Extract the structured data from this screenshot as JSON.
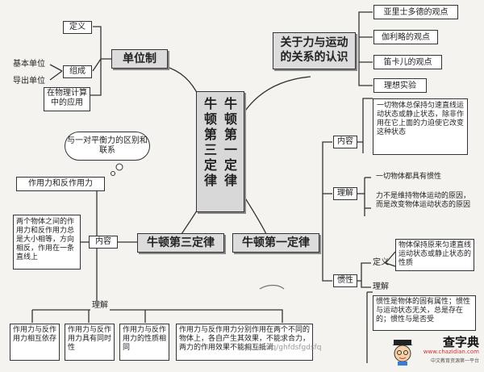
{
  "center_title": {
    "col_right": "牛顿第一定律",
    "col_left": "牛顿第三定律"
  },
  "hubs": {
    "unit_system": "单位制",
    "relation_title_line1": "关于力与运动",
    "relation_title_line2": "的关系的认识",
    "third_law": "牛顿第三定律",
    "first_law": "牛顿第一定律"
  },
  "unit_system": {
    "definition": "定义",
    "composition": "组成",
    "base_unit": "基本单位",
    "derived_unit": "导出单位",
    "application_line1": "在物理计算",
    "application_line2": "中的应用"
  },
  "relation_views": {
    "aristotle": "亚里士多德的观点",
    "galileo": "伽利略的观点",
    "descartes": "笛卡儿的观点",
    "ideal_experiment": "理想实验"
  },
  "first_law": {
    "content_label": "内容",
    "content_text": "一切物体总保持匀速直线运动状态或静止状态，除非作用在它上面的力迫使它改变这种状态",
    "understanding_label": "理解",
    "understanding_1": "一切物体都具有惯性",
    "understanding_2": "力不是维持物体运动的原因，而是改变物体运动状态的原因",
    "inertia_label": "惯性",
    "inertia_definition_label": "定义",
    "inertia_definition_text": "物体保持原来匀速直线运动状态或静止状态的性质",
    "inertia_understanding_label": "理解",
    "inertia_understanding_text": "惯性是物体的固有属性；惯性与运动状态无关，总是存在的；惯性与是否受"
  },
  "third_law": {
    "thought_bubble": "与一对平衡力的区别和联系",
    "action_reaction": "作用力和反作用力",
    "content_label": "内容",
    "content_text": "两个物体之间的作用力和反作用力总是大小相等，方向相反，作用在一条直线上",
    "understanding_label": "理解",
    "points": [
      "作用力与反作用力相互依存",
      "作用力与反作用力具有同时性",
      "作用力与反作用力的性质相同",
      "作用力与反作用力分别作用在两个不同的物体上，各自产生其效果，不能求合力，两力的作用效果不能相互抵消"
    ]
  },
  "watermark": {
    "name": "查字典",
    "url": "www.chazidian.com",
    "sub": "中文教育资源第一平台",
    "overlay": "qq.com/q/ghfdsfgdsfq"
  }
}
